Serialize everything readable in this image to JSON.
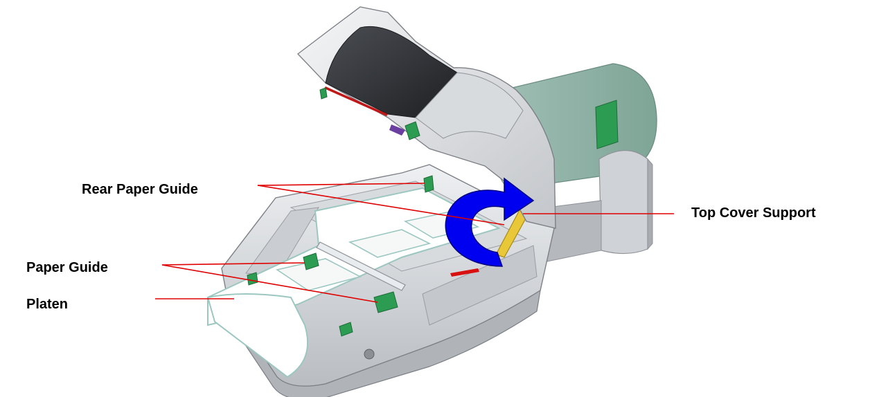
{
  "labels": {
    "rear_paper_guide": "Rear Paper Guide",
    "top_cover_support": "Top Cover Support",
    "paper_guide": "Paper Guide",
    "platen": "Platen"
  },
  "colors": {
    "leader_line": "#e00000",
    "rotation_arrow": "#0000f0",
    "guide_tab": "#2c9c52",
    "support_arm": "#e8c838",
    "body_light": "#e4e6e8",
    "body_mid": "#c9ccd0",
    "body_dark": "#8f9399",
    "ribbon_roll": "#8fb2a6",
    "media": "#ffffff",
    "media_edge": "#9cc7c0"
  }
}
